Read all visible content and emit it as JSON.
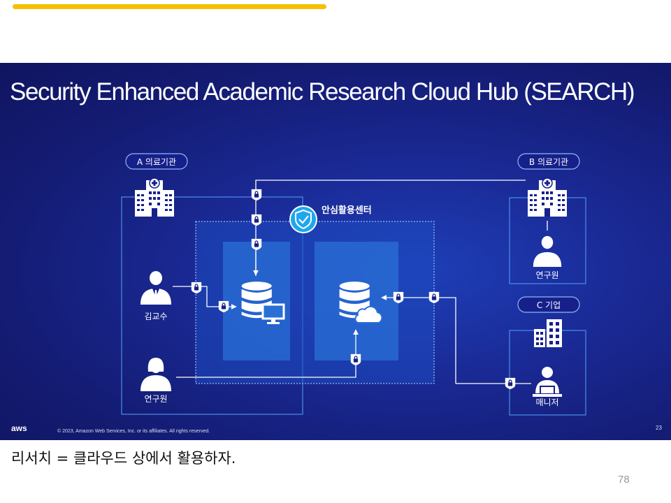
{
  "slide": {
    "title": "Security Enhanced Academic Research Cloud Hub (SEARCH)",
    "copyright": "© 2023, Amazon Web Services, Inc. or its affiliates. All rights reserved.",
    "slide_number": "23",
    "logo_text": "aws"
  },
  "diagram": {
    "hospital_a": "A 의료기관",
    "hospital_b": "B 의료기관",
    "company_c": "C 기업",
    "center": "안심활용센터",
    "professor": "김교수",
    "researcher_a": "연구원",
    "researcher_b": "연구원",
    "manager": "매니저"
  },
  "caption": "리서치 = 클라우드 상에서 활용하자.",
  "page_number": "78",
  "colors": {
    "accent": "#f5c000",
    "slide_bg": "#16208a",
    "panel": "#2a6fd6",
    "lock": "#ffffff"
  }
}
